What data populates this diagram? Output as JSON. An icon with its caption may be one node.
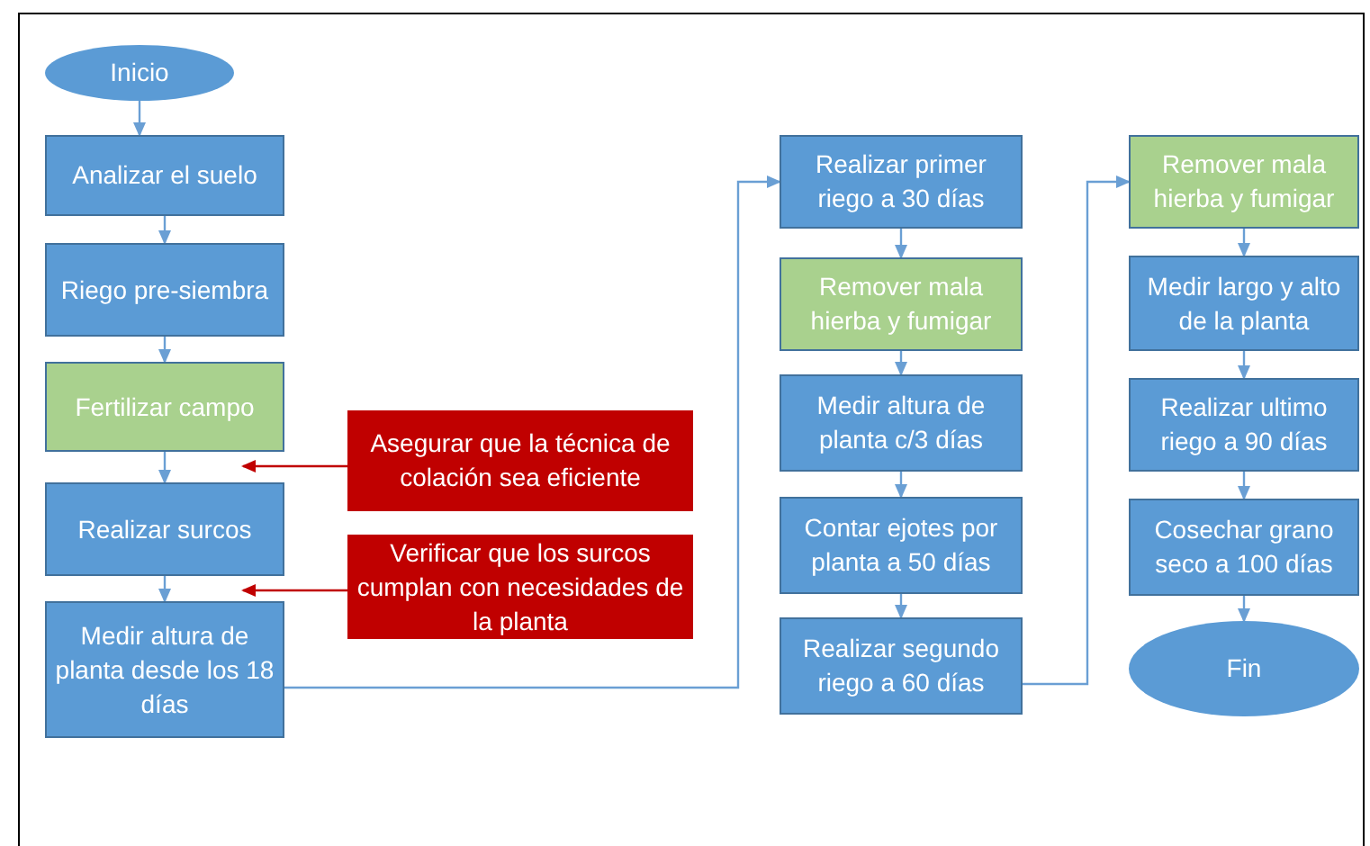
{
  "diagram": {
    "nodes": [
      {
        "text": [
          "Inicio"
        ]
      },
      {
        "text": [
          "Analizar el suelo"
        ]
      },
      {
        "text": [
          "Riego pre-siembra"
        ]
      },
      {
        "text": [
          "Fertilizar campo"
        ]
      },
      {
        "text": [
          "Realizar surcos"
        ]
      },
      {
        "text": [
          "Medir altura de planta desde los 18 días"
        ]
      },
      {
        "text": [
          "Asegurar que la técnica de colación sea eficiente"
        ]
      },
      {
        "text": [
          "Verificar que los surcos cumplan con necesidades de la planta"
        ]
      },
      {
        "text": [
          "Realizar primer riego a 30 días"
        ]
      },
      {
        "text": [
          "Remover mala hierba y fumigar"
        ]
      },
      {
        "text": [
          "Medir altura de planta c/3 días"
        ]
      },
      {
        "text": [
          "Contar ejotes por planta a 50 días"
        ]
      },
      {
        "text": [
          "Realizar segundo riego a 60 días"
        ]
      },
      {
        "text": [
          "Remover mala hierba y fumigar"
        ]
      },
      {
        "text": [
          "Medir largo y alto de la planta"
        ]
      },
      {
        "text": [
          "Realizar ultimo riego a 90 días"
        ]
      },
      {
        "text": [
          "Cosechar grano seco a 100 días"
        ]
      },
      {
        "text": [
          "Fin"
        ]
      }
    ],
    "edges": [
      {
        "from": 0,
        "to": 1,
        "arrow": "to"
      },
      {
        "from": 1,
        "to": 2,
        "arrow": "to"
      },
      {
        "from": 2,
        "to": 3,
        "arrow": "to"
      },
      {
        "from": 3,
        "to": 4,
        "arrow": "to"
      },
      {
        "from": 4,
        "to": 5,
        "arrow": "to"
      },
      {
        "from": 6,
        "to": 3,
        "arrow": "to",
        "color": "#c00000"
      },
      {
        "from": 7,
        "to": 4,
        "arrow": "to",
        "color": "#c00000"
      },
      {
        "from": 5,
        "to": 8,
        "arrow": "to"
      },
      {
        "from": 8,
        "to": 9,
        "arrow": "to"
      },
      {
        "from": 9,
        "to": 10,
        "arrow": "to"
      },
      {
        "from": 10,
        "to": 11,
        "arrow": "to"
      },
      {
        "from": 11,
        "to": 12,
        "arrow": "to"
      },
      {
        "from": 12,
        "to": 13,
        "arrow": "to"
      },
      {
        "from": 13,
        "to": 14,
        "arrow": "to"
      },
      {
        "from": 14,
        "to": 15,
        "arrow": "to"
      },
      {
        "from": 15,
        "to": 16,
        "arrow": "to"
      },
      {
        "from": 16,
        "to": 17,
        "arrow": "to"
      }
    ]
  }
}
